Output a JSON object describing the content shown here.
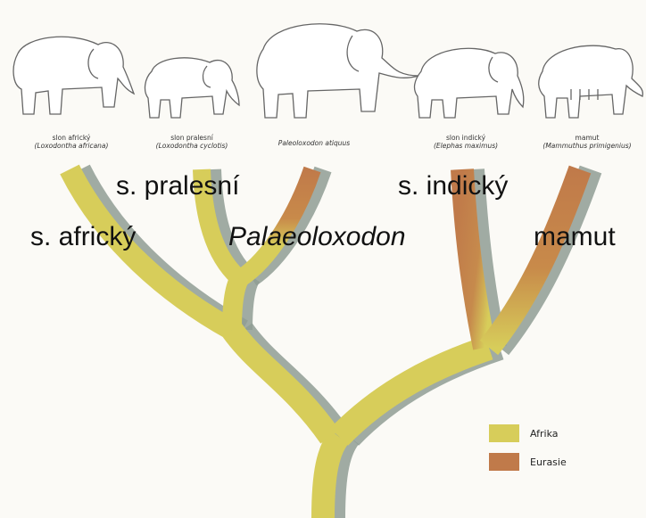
{
  "captions": [
    {
      "common": "slon africký",
      "scientific": "(Loxodontha africana)"
    },
    {
      "common": "slon pralesní",
      "scientific": "(Loxodontha cyclotis)"
    },
    {
      "common": "",
      "scientific": "Paleoloxodon atiquus"
    },
    {
      "common": "slon indický",
      "scientific": "(Elephas maximus)"
    },
    {
      "common": "mamut",
      "scientific": "(Mammuthus primigenius)"
    }
  ],
  "overlay_labels": {
    "pralesni": "s. pralesní",
    "indicky": "s. indický",
    "africky": "s. africký",
    "palaeoloxodon": "Palaeoloxodon",
    "mamut": "mamut"
  },
  "legend": [
    {
      "label": "Afrika",
      "color": "#d7cd5a"
    },
    {
      "label": "Eurasie",
      "color": "#c07a4a"
    }
  ],
  "colors": {
    "afrika": "#d7cd5a",
    "eurasie": "#c07a4a",
    "shadow": "#8f9c94"
  }
}
